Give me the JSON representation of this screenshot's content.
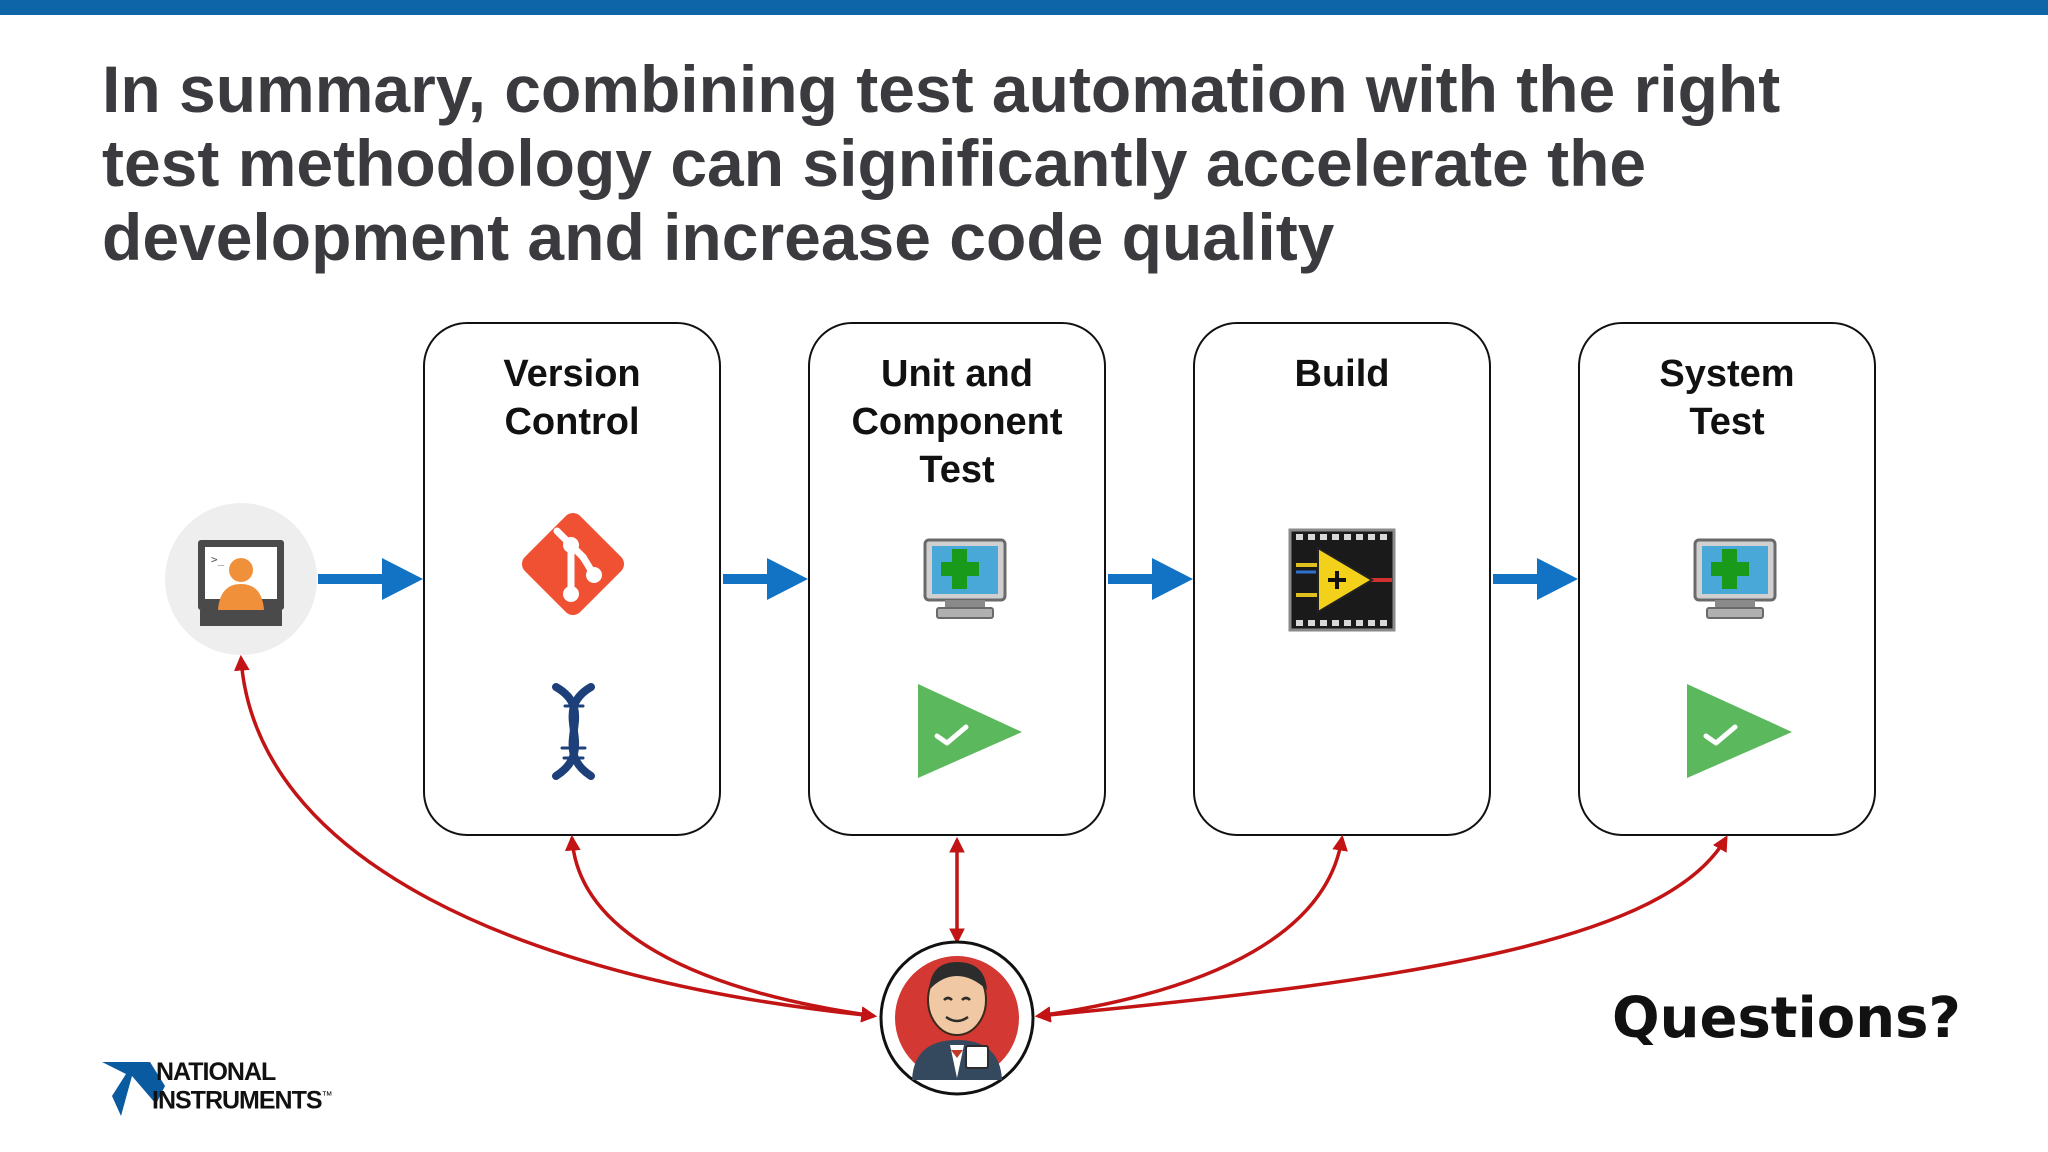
{
  "header": {
    "title_lines": [
      "In summary, combining test automation with the right",
      "test methodology can significantly accelerate the",
      "development and increase code quality"
    ]
  },
  "stages": [
    {
      "label_lines": [
        "Version",
        "Control"
      ],
      "icons": [
        "git-icon",
        "dna-helix-icon"
      ]
    },
    {
      "label_lines": [
        "Unit and",
        "Component",
        "Test"
      ],
      "icons": [
        "test-monitor-icon",
        "test-run-play-icon"
      ]
    },
    {
      "label_lines": [
        "Build"
      ],
      "icons": [
        "labview-build-icon"
      ]
    },
    {
      "label_lines": [
        "System",
        "Test"
      ],
      "icons": [
        "test-monitor-icon",
        "test-run-play-icon"
      ]
    }
  ],
  "nodes": {
    "developer": {
      "icon": "developer-workstation-icon"
    },
    "ci_server": {
      "icon": "jenkins-butler-icon"
    }
  },
  "footer": {
    "questions": "Questions?",
    "logo_lines": [
      "NATIONAL",
      "INSTRUMENTS"
    ],
    "logo_mark": "™"
  },
  "colors": {
    "top_bar": "#0e66a8",
    "title_text": "#3b3b3f",
    "flow_arrow": "#1273c4",
    "feedback_arrow": "#c21414",
    "git": "#f05133",
    "play_green": "#5cb85c",
    "logo_blue": "#0a5aa0"
  }
}
